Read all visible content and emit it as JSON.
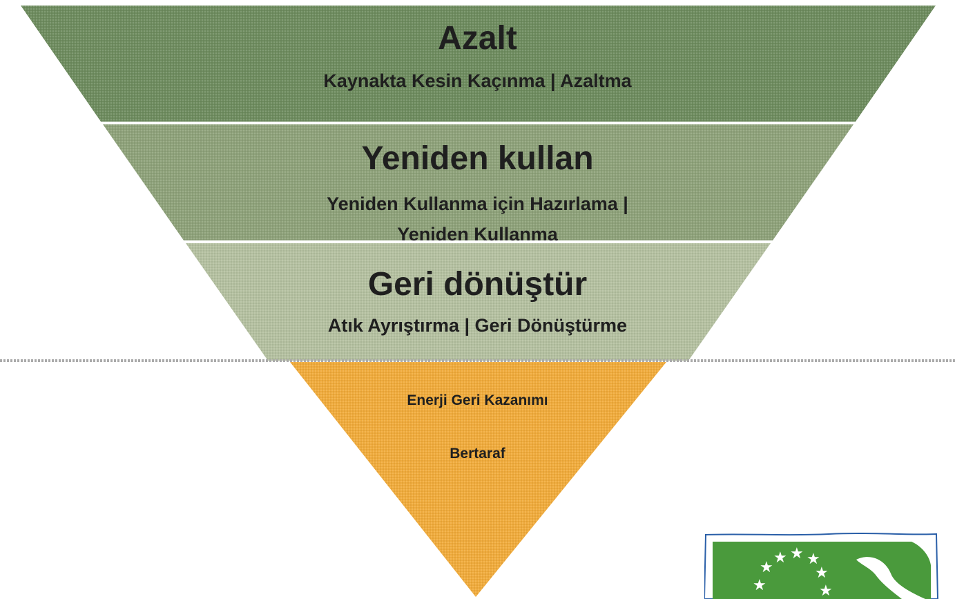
{
  "tiers": [
    {
      "title": "Azalt",
      "subtitle": "Kaynakta Kesin Kaçınma | Azaltma"
    },
    {
      "title": "Yeniden kullan",
      "subtitle_line1": "Yeniden Kullanma için Hazırlama |",
      "subtitle_line2": "Yeniden Kullanma"
    },
    {
      "title": "Geri dönüştür",
      "subtitle": "Atık Ayrıştırma | Geri Dönüştürme"
    }
  ],
  "lower_tier": {
    "line1": "Enerji Geri Kazanımı",
    "line2": "Bertaraf"
  },
  "colors": {
    "tier1": "#6e8c5f",
    "tier2": "#8ea27a",
    "tier3": "#b4c0a0",
    "lower": "#f0ab3c",
    "divider": "#aaaaaa",
    "logo_green": "#4a9a3c"
  },
  "icons": [
    "eu-stars-logo-icon"
  ]
}
